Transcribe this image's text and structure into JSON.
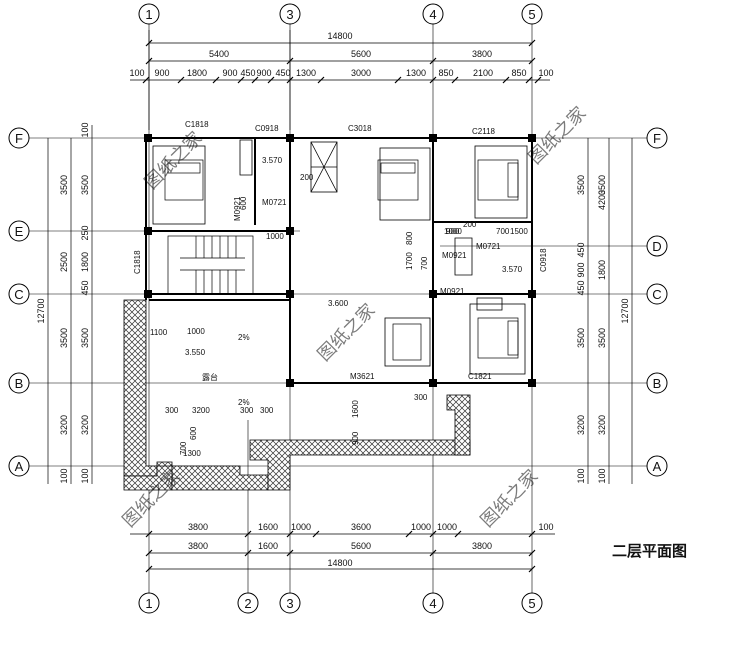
{
  "drawing": {
    "title": "二层平面图",
    "watermark": "图纸之家"
  },
  "axes": {
    "vertical": [
      "1",
      "2",
      "3",
      "4",
      "5"
    ],
    "horizontal": [
      "A",
      "B",
      "C",
      "D",
      "E",
      "F"
    ]
  },
  "dimensions": {
    "top_total": "14800",
    "top_major": [
      "5400",
      "5600",
      "3800"
    ],
    "top_detail": [
      "100",
      "900",
      "1800",
      "900",
      "450",
      "900",
      "450",
      "1300",
      "3000",
      "1300",
      "850",
      "2100",
      "850",
      "100"
    ],
    "bottom_detail": [
      "3800",
      "1600",
      "1000",
      "3600",
      "1000",
      "1000",
      "100"
    ],
    "bottom_major": [
      "3800",
      "1600",
      "5600",
      "3800"
    ],
    "bottom_total": "14800",
    "left_total": "12700",
    "left_major": [
      "3500",
      "2500",
      "3500",
      "3200",
      "100"
    ],
    "left_detail": [
      "100",
      "3500",
      "250",
      "1800",
      "450",
      "3500",
      "3200",
      "100"
    ],
    "right_total": "12700",
    "right_major": [
      "3500",
      "4200",
      "1800",
      "3500",
      "3200",
      "100"
    ],
    "right_detail": [
      "3500",
      "450",
      "900",
      "450",
      "3500",
      "3200",
      "100"
    ]
  },
  "openings": {
    "windows": [
      "C1818",
      "C0918",
      "C3018",
      "C2118",
      "C1818",
      "C0918",
      "C1821"
    ],
    "doors": [
      "M0721",
      "M0921",
      "M0721",
      "M0921",
      "M0921",
      "M3621"
    ]
  },
  "annotations": {
    "levels": [
      "3.570",
      "3.570",
      "3.600",
      "3.550"
    ],
    "slopes": [
      "2%",
      "2%"
    ],
    "balcony": "露台",
    "small_dims": [
      "1000",
      "900",
      "200",
      "700",
      "800",
      "1000",
      "1700",
      "1600",
      "900",
      "300",
      "1300",
      "600",
      "700",
      "300",
      "3200",
      "300",
      "300",
      "1100",
      "200",
      "600",
      "1000",
      "700",
      "1500"
    ]
  }
}
